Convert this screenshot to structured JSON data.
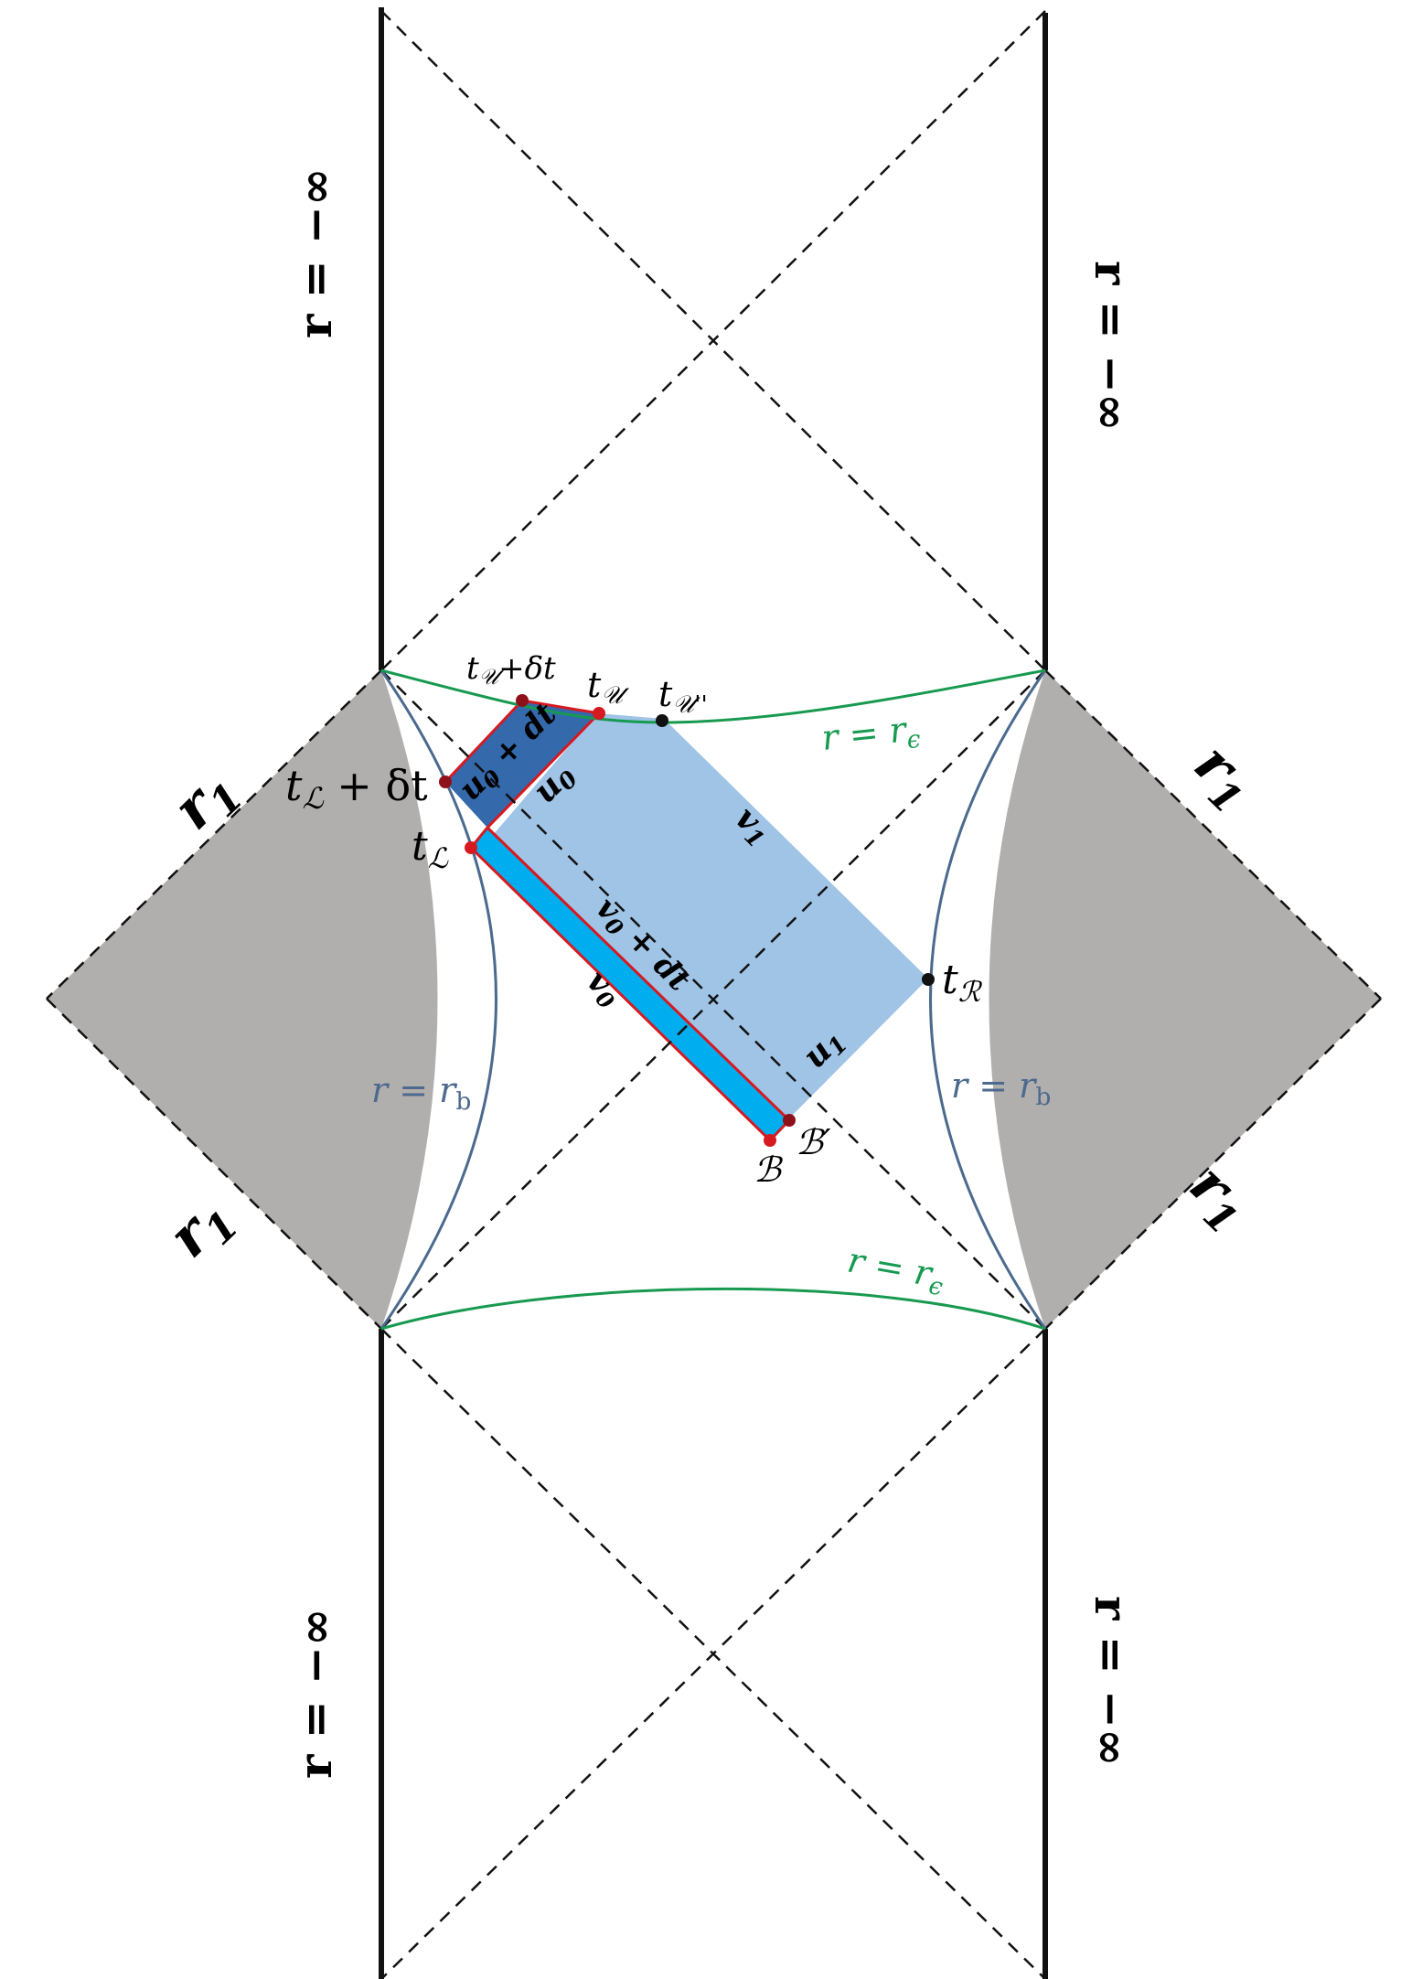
{
  "colors": {
    "boundary": "#111111",
    "dashed": "#111111",
    "shaded_region": "#b1aeae",
    "curve_rb": "#4c6a8d",
    "curve_re": "#179a50",
    "light_blue_region": "#a0c4e6",
    "dark_blue_region": "#3469ac",
    "cyan_strip": "#00aeef",
    "red_outline": "#d71920",
    "dark_red_point": "#8e1019",
    "black_point": "#111111"
  },
  "labels": {
    "r_inf_1": "r = −∞",
    "r_inf_2": "r = −∞",
    "r_inf_3": "r = −∞",
    "r_inf_4": "r = −∞",
    "r1_a": "r",
    "r1_a_sub": "1",
    "r1_b": "r",
    "r1_b_sub": "1",
    "r1_c": "r",
    "r1_c_sub": "1",
    "r1_d": "r",
    "r1_d_sub": "1",
    "rb_left": "r = r",
    "rb_left_sub": "b",
    "rb_right": "r = r",
    "rb_right_sub": "b",
    "re_top": "r = r",
    "re_top_sub": "ϵ",
    "re_bottom": "r = r",
    "re_bottom_sub": "ϵ",
    "tU_dt": "t",
    "tU_dt_sub": "𝒰",
    "tU_dt_tail": "+δt",
    "tU": "t",
    "tU_sub": "𝒰",
    "tUpp": "t",
    "tUpp_sub": "𝒰''",
    "tL_dt": "t",
    "tL_dt_sub": "ℒ",
    "tL_dt_tail": " + δt",
    "tL": "t",
    "tL_sub": "ℒ",
    "tR": "t",
    "tR_sub": "ℛ",
    "u0_dt": "u",
    "u0_dt_sub": "0",
    "u0_dt_tail": " + dt",
    "u0": "u",
    "u0_sub": "0",
    "v1": "v",
    "v1_sub": "1",
    "v0_dt": "v",
    "v0_dt_sub": "0",
    "v0_dt_tail": " + dt",
    "v0": "v",
    "v0_sub": "0",
    "u1": "u",
    "u1_sub": "1",
    "B": "ℬ",
    "Bp": "ℬ′"
  }
}
